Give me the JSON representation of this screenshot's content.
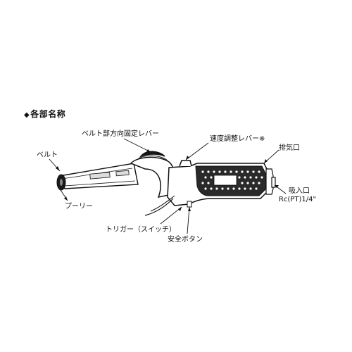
{
  "section": {
    "marker": "◆",
    "title": "各部名称"
  },
  "labels": {
    "belt": "ベルト",
    "pulley": "プーリー",
    "belt_direction_lever": "ベルト部方向固定レバー",
    "speed_lever": "速度調整レバー※",
    "exhaust": "排気口",
    "intake": "吸入口",
    "intake_size": "Rc(PT)1/4\"",
    "trigger": "トリガー（スイッチ）",
    "safety_button": "安全ボタン"
  },
  "colors": {
    "line": "#111111",
    "fill_dark": "#1a1a1a",
    "fill_light": "#ffffff",
    "grip": "#2a2a2a"
  }
}
